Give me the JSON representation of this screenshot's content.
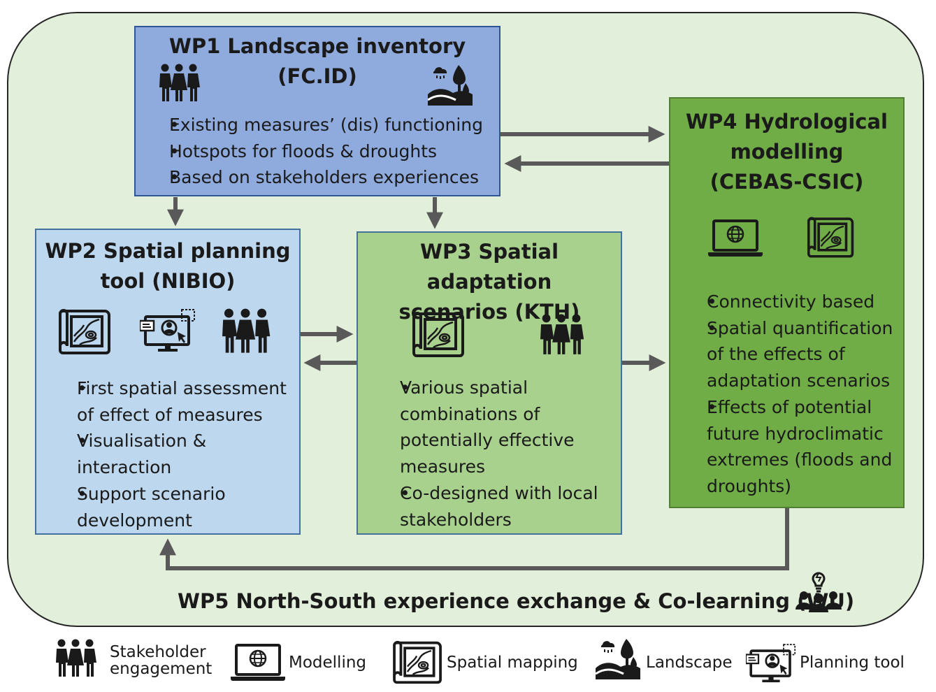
{
  "wp1": {
    "title_line1": "WP1 Landscape inventory",
    "title_line2": "(FC.ID)",
    "bullets": [
      "Existing measures’ (dis) functioning",
      "Hotspots for floods & droughts",
      "Based on stakeholders experiences"
    ]
  },
  "wp2": {
    "title_line1": "WP2 Spatial planning",
    "title_line2": "tool (NIBIO)",
    "bullets": [
      "First spatial assessment",
      "of effect of measures",
      "Visualisation &",
      "interaction",
      "Support scenario",
      "development"
    ]
  },
  "wp3": {
    "title_line1": "WP3 Spatial adaptation",
    "title_line2": "scenarios (KTH)",
    "bullets": [
      "Various spatial",
      "combinations of",
      "potentially effective",
      "measures",
      "Co-designed with local",
      "stakeholders"
    ]
  },
  "wp4": {
    "title_line1": "WP4 Hydrological",
    "title_line2": "modelling",
    "title_line3": "(CEBAS-CSIC)",
    "bullets": [
      "Connectivity based",
      "Spatial quantification",
      "of the effects of",
      "adaptation scenarios",
      "Effects of potential",
      "future hydroclimatic",
      "extremes (floods and",
      "droughts)"
    ]
  },
  "wp5": {
    "title": "WP5 North-South experience exchange & Co-learning (WU)"
  },
  "legend": {
    "stakeholder_line1": "Stakeholder",
    "stakeholder_line2": "engagement",
    "modelling": "Modelling",
    "spatial_mapping": "Spatial mapping",
    "landscape": "Landscape",
    "planning_tool": "Planning tool"
  },
  "icons": [
    "stakeholders-icon",
    "landscape-icon",
    "map-icon",
    "planning-tool-icon",
    "laptop-globe-icon",
    "co-learning-icon"
  ],
  "colors": {
    "wp1": "#8faadc",
    "wp2": "#bdd7ee",
    "wp3": "#a9d18e",
    "wp4": "#70ad47",
    "background": "#e2efda",
    "arrow": "#595959"
  }
}
